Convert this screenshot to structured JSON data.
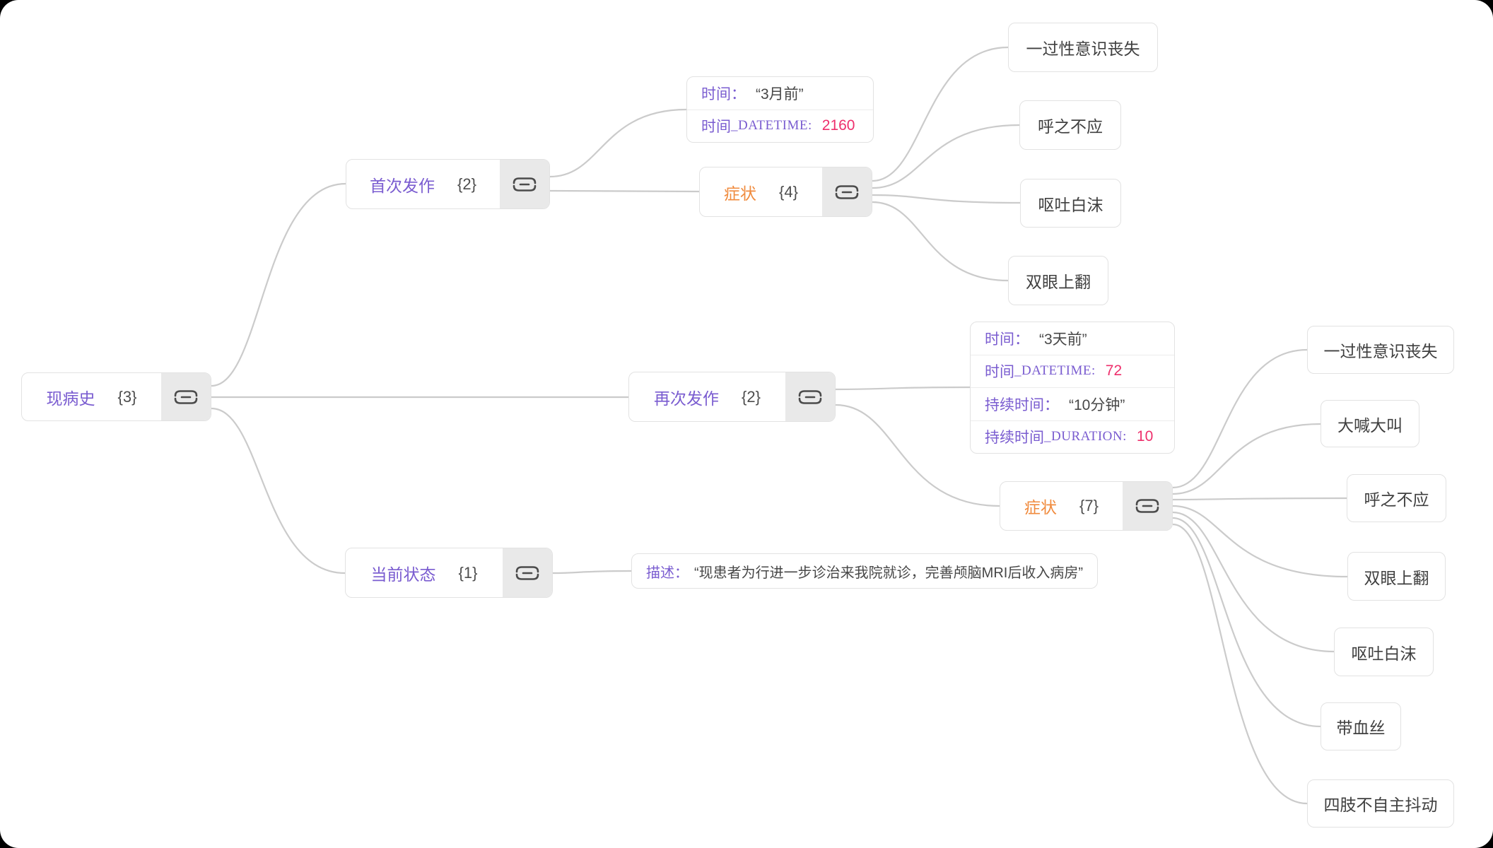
{
  "palette": {
    "edge": "#cbcbcb",
    "key_purple": "#7a5cd0",
    "key_orange": "#f08b3e",
    "number_pink": "#ee2f6c",
    "text_dark": "#474747",
    "button_gray": "#e9e9e9"
  },
  "nodes": {
    "root": {
      "label": "现病史",
      "count": "{3}"
    },
    "first_episode": {
      "label": "首次发作",
      "count": "{2}"
    },
    "first_time": {
      "rows": [
        {
          "k": "时间：",
          "k2": "",
          "v": "“3月前”"
        },
        {
          "k": "时间",
          "k2": "_DATETIME:",
          "v": "2160"
        }
      ]
    },
    "first_symptoms": {
      "label": "症状",
      "count": "{4}"
    },
    "first_symptom_items": [
      "一过性意识丧失",
      "呼之不应",
      "呕吐白沫",
      "双眼上翻"
    ],
    "second_episode": {
      "label": "再次发作",
      "count": "{2}"
    },
    "second_time": {
      "rows": [
        {
          "k": "时间：",
          "k2": "",
          "v": "“3天前”"
        },
        {
          "k": "时间",
          "k2": "_DATETIME:",
          "v": "72"
        },
        {
          "k": "持续时间：",
          "k2": "",
          "v": "“10分钟”"
        },
        {
          "k": "持续时间",
          "k2": "_DURATION:",
          "v": "10"
        }
      ]
    },
    "second_symptoms": {
      "label": "症状",
      "count": "{7}"
    },
    "second_symptom_items": [
      "一过性意识丧失",
      "大喊大叫",
      "呼之不应",
      "双眼上翻",
      "呕吐白沫",
      "带血丝",
      "四肢不自主抖动"
    ],
    "current_status": {
      "label": "当前状态",
      "count": "{1}"
    },
    "current_status_desc": {
      "k": "描述：",
      "v": "“现患者为行进一步诊治来我院就诊，完善颅脑MRI后收入病房”"
    }
  }
}
